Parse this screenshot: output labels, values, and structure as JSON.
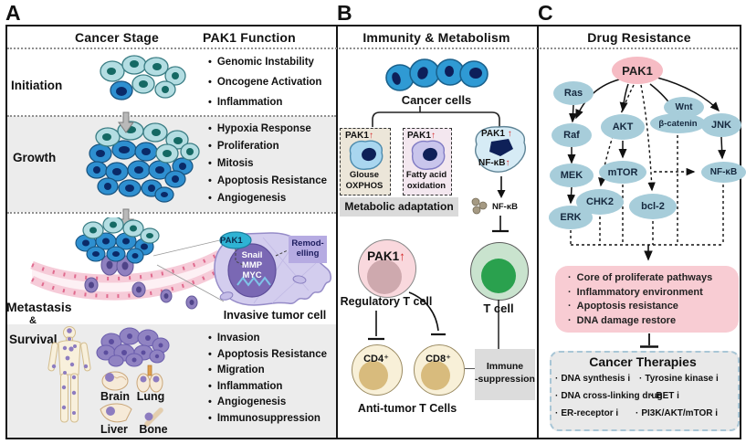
{
  "colors": {
    "red_arrow": "#d42a2a",
    "node_blue": "#a7cdda",
    "pak1_pink": "#f6bcc4",
    "effects_pink": "#f8ccd3",
    "section_gray": "#ececec",
    "vessel_pink": "#f7cdd9",
    "cell_teal": "#b3dde2",
    "cell_blue": "#2f9ad4",
    "cell_purple": "#9083c2"
  },
  "panels": {
    "a": {
      "letter": "A",
      "col1_header": "Cancer Stage",
      "col2_header": "PAK1 Function",
      "initiation": {
        "label": "Initiation",
        "bullets": [
          "Genomic Instability",
          "Oncogene Activation",
          "Inflammation"
        ]
      },
      "growth": {
        "label": "Growth",
        "bullets": [
          "Hypoxia Response",
          "Proliferation",
          "Mitosis",
          "Apoptosis Resistance",
          "Angiogenesis"
        ]
      },
      "metastasis": {
        "label_line1": "Metastasis",
        "label_line2": "&"
      },
      "survival": {
        "label": "Survival",
        "bullets": [
          "Invasion",
          "Apoptosis Resistance",
          "Migration",
          "Inflammation",
          "Angiogenesis",
          "Immunosuppression"
        ]
      },
      "inset": {
        "pak1": "PAK1",
        "nucleus_line1": "Snail",
        "nucleus_line2": "MMP",
        "nucleus_line3": "MYC",
        "remod_line1": "Remod-",
        "remod_line2": "elling",
        "caption": "Invasive tumor cell"
      },
      "organs": {
        "brain": "Brain",
        "lung": "Lung",
        "liver": "Liver",
        "bone": "Bone"
      }
    },
    "b": {
      "letter": "B",
      "header": "Immunity & Metabolism",
      "cancer_cells_label": "Cancer cells",
      "up_arrow": "↑",
      "box1": {
        "pak1": "PAK1",
        "line1": "Glouse",
        "line2": "OXPHOS"
      },
      "box2": {
        "pak1": "PAK1",
        "line1": "Fatty acid",
        "line2": "oxidation"
      },
      "nfkb_cell": {
        "pak1": "PAK1",
        "nfkb": "NF-κB"
      },
      "metabolic_label": "Metabolic adaptation",
      "nfkb_dots_label": "NF-κB",
      "treg": {
        "pak1": "PAK1",
        "label": "Regulatory T cell"
      },
      "tcell_label": "T cell",
      "cd4_label": "CD4⁺",
      "cd8_label": "CD8⁺",
      "antitumor_label": "Anti-tumor T Cells",
      "suppression_line1": "Immune",
      "suppression_line2": "-suppression"
    },
    "c": {
      "letter": "C",
      "header": "Drug Resistance",
      "nodes": {
        "pak1": "PAK1",
        "ras": "Ras",
        "raf": "Raf",
        "mek": "MEK",
        "erk": "ERK",
        "akt": "AKT",
        "mtor": "mTOR",
        "chk2": "CHK2",
        "bcl2": "bcl-2",
        "wnt": "Wnt",
        "bcatenin": "β-catenin",
        "jnk": "JNK",
        "nfkb": "NF-κB"
      },
      "effects_bullets": [
        "Core of proliferate pathways",
        "Inflammatory environment",
        "Apoptosis resistance",
        "DNA damage restore"
      ],
      "therapies": {
        "title": "Cancer Therapies",
        "left": [
          "DNA synthesis i",
          "DNA cross-linking drug",
          "ER-receptor i"
        ],
        "right": [
          "Tyrosine kinase i",
          "BET i",
          "PI3K/AKT/mTOR i"
        ]
      }
    }
  }
}
